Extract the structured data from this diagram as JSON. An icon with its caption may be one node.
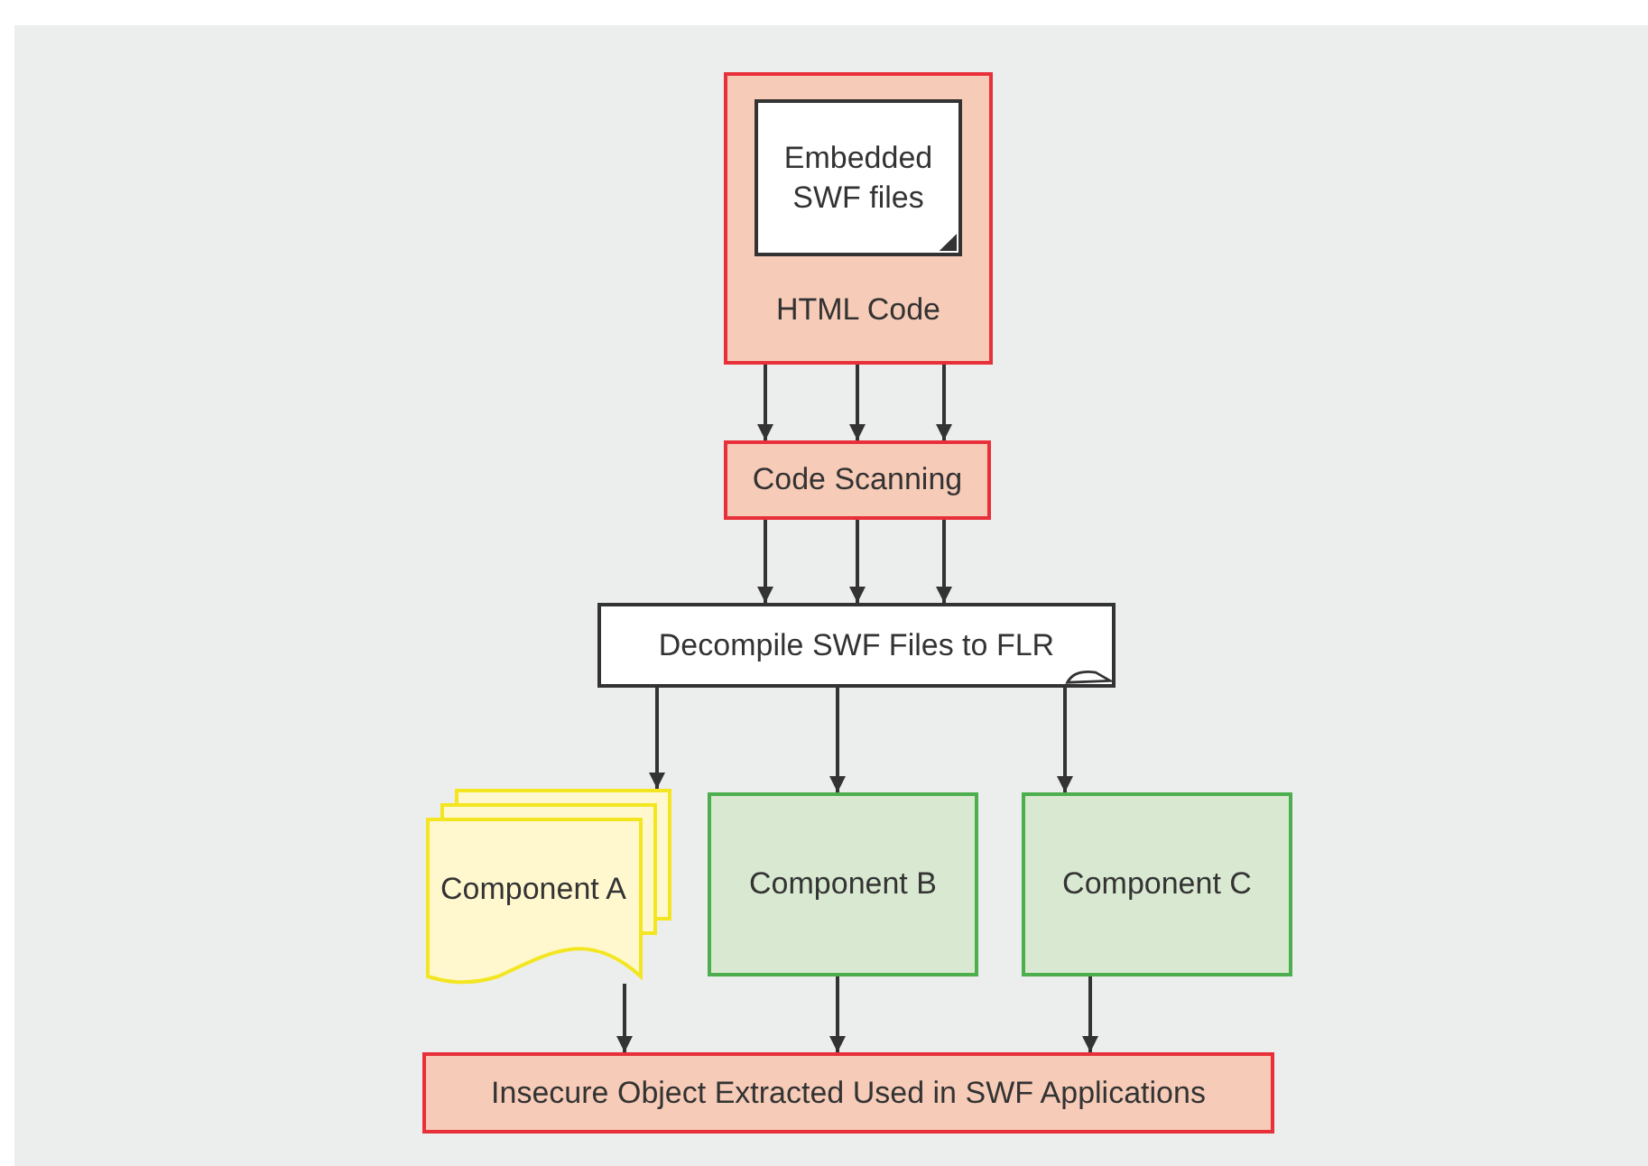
{
  "diagram": {
    "nodes": [
      {
        "text": [
          "HTML Code"
        ]
      },
      {
        "text": [
          "Embedded SWF files"
        ],
        "in": 0
      },
      {
        "text": [
          "Code Scanning"
        ]
      },
      {
        "text": [
          "Decompile SWF Files to FLR"
        ]
      },
      {
        "text": [
          "Component A"
        ]
      },
      {
        "text": [
          "Component B"
        ]
      },
      {
        "text": [
          "Component C"
        ]
      },
      {
        "text": [
          "Insecure Object Extracted Used in SWF Applications"
        ]
      }
    ],
    "edges": [
      {
        "from": 0,
        "to": 2,
        "arrow": "to"
      },
      {
        "from": 0,
        "to": 2,
        "arrow": "to"
      },
      {
        "from": 0,
        "to": 2,
        "arrow": "to"
      },
      {
        "from": 2,
        "to": 3,
        "arrow": "to"
      },
      {
        "from": 2,
        "to": 3,
        "arrow": "to"
      },
      {
        "from": 2,
        "to": 3,
        "arrow": "to"
      },
      {
        "from": 3,
        "to": 4,
        "arrow": "to"
      },
      {
        "from": 3,
        "to": 5,
        "arrow": "to"
      },
      {
        "from": 3,
        "to": 6,
        "arrow": "to"
      },
      {
        "from": 4,
        "to": 7,
        "arrow": "to"
      },
      {
        "from": 5,
        "to": 7,
        "arrow": "to"
      },
      {
        "from": 6,
        "to": 7,
        "arrow": "to"
      }
    ]
  }
}
